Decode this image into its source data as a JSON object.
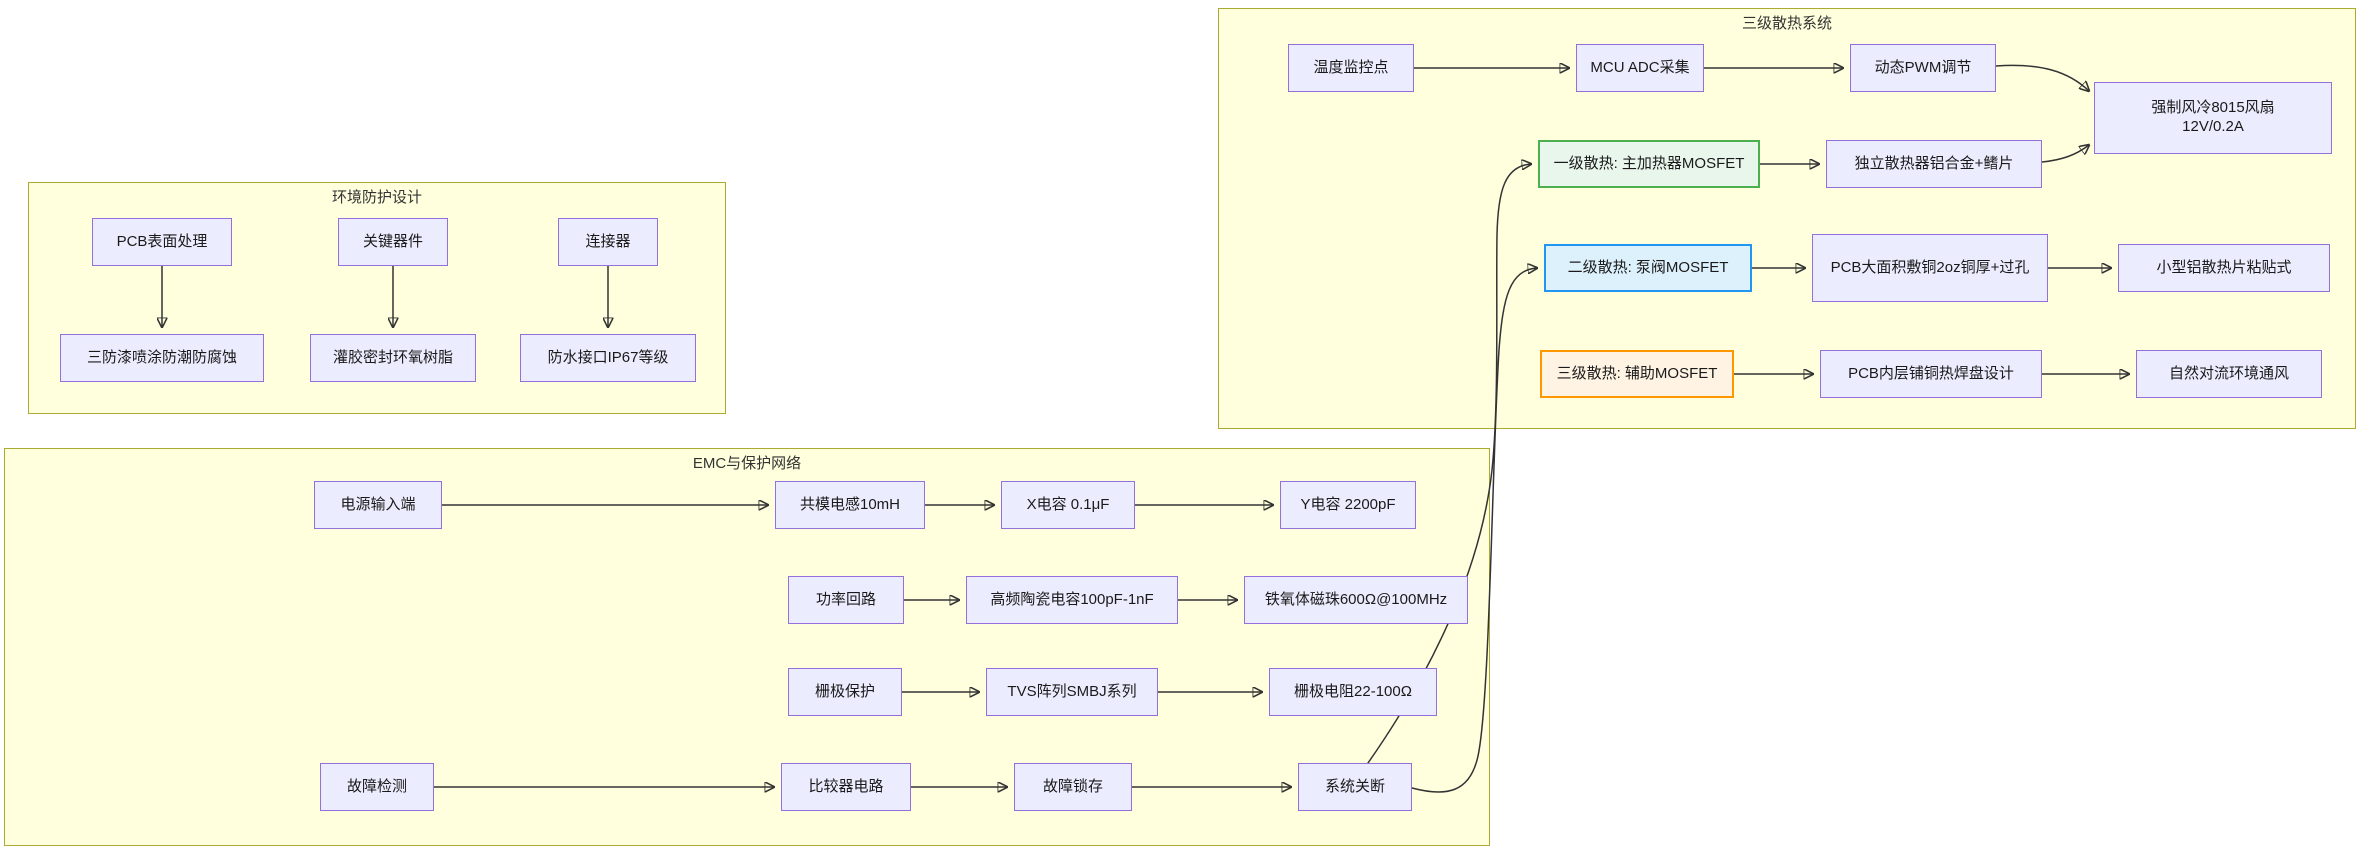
{
  "diagram": {
    "clusters": {
      "cooling": {
        "title": "三级散热系统"
      },
      "env": {
        "title": "环境防护设计"
      },
      "emc": {
        "title": "EMC与保护网络"
      }
    },
    "nodes": {
      "temp": {
        "label": "温度监控点"
      },
      "adc": {
        "label": "MCU ADC采集"
      },
      "pwm": {
        "label": "动态PWM调节"
      },
      "fan": {
        "label": "强制风冷8015风扇\n12V/0.2A"
      },
      "l1": {
        "label": "一级散热: 主加热器MOSFET"
      },
      "hs": {
        "label": "独立散热器铝合金+鳍片"
      },
      "l2": {
        "label": "二级散热: 泵阀MOSFET"
      },
      "cu": {
        "label": "PCB大面积敷铜2oz铜厚+过孔"
      },
      "smallhs": {
        "label": "小型铝散热片粘贴式"
      },
      "l3": {
        "label": "三级散热: 辅助MOSFET"
      },
      "pad": {
        "label": "PCB内层铺铜热焊盘设计"
      },
      "vent": {
        "label": "自然对流环境通风"
      },
      "pcb": {
        "label": "PCB表面处理"
      },
      "coat": {
        "label": "三防漆喷涂防潮防腐蚀"
      },
      "key": {
        "label": "关键器件"
      },
      "pot": {
        "label": "灌胶密封环氧树脂"
      },
      "conn": {
        "label": "连接器"
      },
      "ip67": {
        "label": "防水接口IP67等级"
      },
      "pwr": {
        "label": "电源输入端"
      },
      "cm": {
        "label": "共模电感10mH"
      },
      "xcap": {
        "label": "X电容 0.1μF"
      },
      "ycap": {
        "label": "Y电容 2200pF"
      },
      "loop": {
        "label": "功率回路"
      },
      "cer": {
        "label": "高频陶瓷电容100pF-1nF"
      },
      "bead": {
        "label": "铁氧体磁珠600Ω@100MHz"
      },
      "gate": {
        "label": "栅极保护"
      },
      "tvs": {
        "label": "TVS阵列SMBJ系列"
      },
      "gres": {
        "label": "栅极电阻22-100Ω"
      },
      "fault": {
        "label": "故障检测"
      },
      "comp": {
        "label": "比较器电路"
      },
      "latch": {
        "label": "故障锁存"
      },
      "off": {
        "label": "系统关断"
      }
    },
    "edges": [
      {
        "from": "temp",
        "to": "adc"
      },
      {
        "from": "adc",
        "to": "pwm"
      },
      {
        "from": "pwm",
        "to": "fan"
      },
      {
        "from": "l1",
        "to": "hs"
      },
      {
        "from": "hs",
        "to": "fan"
      },
      {
        "from": "l2",
        "to": "cu"
      },
      {
        "from": "cu",
        "to": "smallhs"
      },
      {
        "from": "l3",
        "to": "pad"
      },
      {
        "from": "pad",
        "to": "vent"
      },
      {
        "from": "pcb",
        "to": "coat"
      },
      {
        "from": "key",
        "to": "pot"
      },
      {
        "from": "conn",
        "to": "ip67"
      },
      {
        "from": "pwr",
        "to": "cm"
      },
      {
        "from": "cm",
        "to": "xcap"
      },
      {
        "from": "xcap",
        "to": "ycap"
      },
      {
        "from": "loop",
        "to": "cer"
      },
      {
        "from": "cer",
        "to": "bead"
      },
      {
        "from": "gate",
        "to": "tvs"
      },
      {
        "from": "tvs",
        "to": "gres"
      },
      {
        "from": "fault",
        "to": "comp"
      },
      {
        "from": "comp",
        "to": "latch"
      },
      {
        "from": "latch",
        "to": "off"
      },
      {
        "from": "off",
        "to": "l1"
      },
      {
        "from": "off",
        "to": "l2"
      }
    ],
    "colors": {
      "background": "#ffffff",
      "cluster_fill": "#ffffde",
      "cluster_border": "#aaaa33",
      "node_fill": "#ececff",
      "node_border": "#9370db",
      "edge": "#333333",
      "level1_border": "#4caf50",
      "level1_fill": "#e9f6ec",
      "level2_border": "#2196f3",
      "level2_fill": "#ddf1fd",
      "level3_border": "#ff9800",
      "level3_fill": "#fff3e3"
    }
  }
}
